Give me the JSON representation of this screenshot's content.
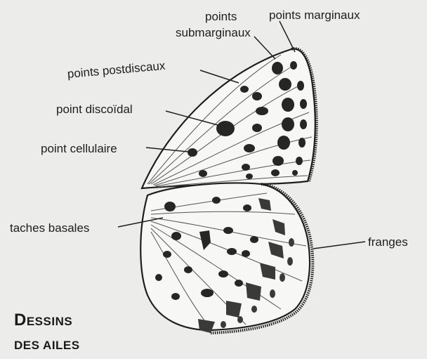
{
  "labels": {
    "points_submarginaux_line1": "points",
    "points_submarginaux_line2": "submarginaux",
    "points_marginaux": "points marginaux",
    "points_postdiscaux": "points postdiscaux",
    "point_discoidal": "point discoïdal",
    "point_cellulaire": "point cellulaire",
    "taches_basales": "taches basales",
    "franges": "franges"
  },
  "caption": {
    "line1_initial": "D",
    "line1_rest": "ESSINS",
    "line2": "DES AILES"
  },
  "colors": {
    "background": "#ececea",
    "ink": "#1e1e1e",
    "wing_fill": "#f7f7f5",
    "spot": "#262626",
    "marginal_spot": "#3a3a3a"
  }
}
